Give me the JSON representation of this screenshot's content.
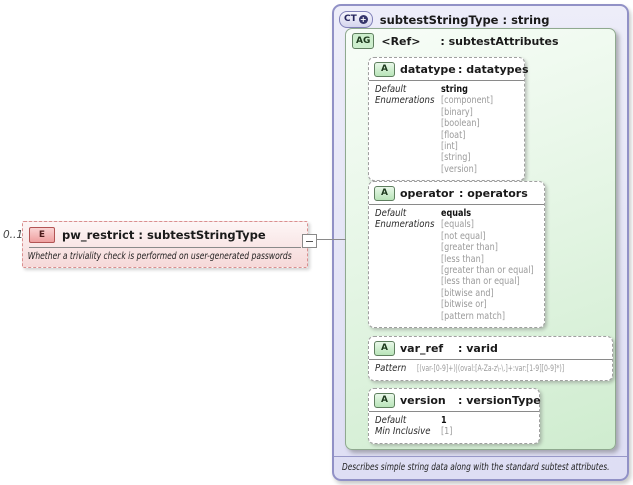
{
  "element": {
    "cardinality": "0..1",
    "badge": "E",
    "title": "pw_restrict : subtestStringType",
    "annotation": "Whether a triviality check is performed on user-generated passwords"
  },
  "complex_type": {
    "badge": "CT",
    "plus_icon": "+",
    "title": "subtestStringType : string",
    "annotation": "Describes simple string data along with the standard subtest attributes.",
    "attribute_group": {
      "badge": "AG",
      "name": "<Ref>",
      "type": ": subtestAttributes",
      "attributes": [
        {
          "badge": "A",
          "name": "datatype",
          "type": ": datatypes",
          "facets": [
            {
              "label": "Default",
              "value": "string",
              "emph": true
            },
            {
              "label": "Enumerations",
              "value": "[component]"
            },
            {
              "label": "",
              "value": "[binary]"
            },
            {
              "label": "",
              "value": "[boolean]"
            },
            {
              "label": "",
              "value": "[float]"
            },
            {
              "label": "",
              "value": "[int]"
            },
            {
              "label": "",
              "value": "[string]"
            },
            {
              "label": "",
              "value": "[version]"
            }
          ]
        },
        {
          "badge": "A",
          "name": "operator",
          "type": ": operators",
          "facets": [
            {
              "label": "Default",
              "value": "equals",
              "emph": true
            },
            {
              "label": "Enumerations",
              "value": "[equals]"
            },
            {
              "label": "",
              "value": "[not equal]"
            },
            {
              "label": "",
              "value": "[greater than]"
            },
            {
              "label": "",
              "value": "[less than]"
            },
            {
              "label": "",
              "value": "[greater than or equal]"
            },
            {
              "label": "",
              "value": "[less than or equal]"
            },
            {
              "label": "",
              "value": "[bitwise and]"
            },
            {
              "label": "",
              "value": "[bitwise or]"
            },
            {
              "label": "",
              "value": "[pattern match]"
            }
          ]
        },
        {
          "badge": "A",
          "name": "var_ref",
          "type": ": varid",
          "facets": [
            {
              "label": "Pattern",
              "value": "[(var-[0-9]+)|(oval:[A-Za-z\\-\\.]+:var:[1-9][0-9]*)]"
            }
          ]
        },
        {
          "badge": "A",
          "name": "version",
          "type": ": versionType",
          "facets": [
            {
              "label": "Default",
              "value": "1",
              "emph": true
            },
            {
              "label": "Min Inclusive",
              "value": "[1]"
            }
          ]
        }
      ]
    }
  },
  "colors": {
    "ct_border": "#9191c6",
    "element_border": "#d98f8f",
    "ag_fill": "#cfeccf",
    "badge_plus_bg": "#35356b"
  }
}
